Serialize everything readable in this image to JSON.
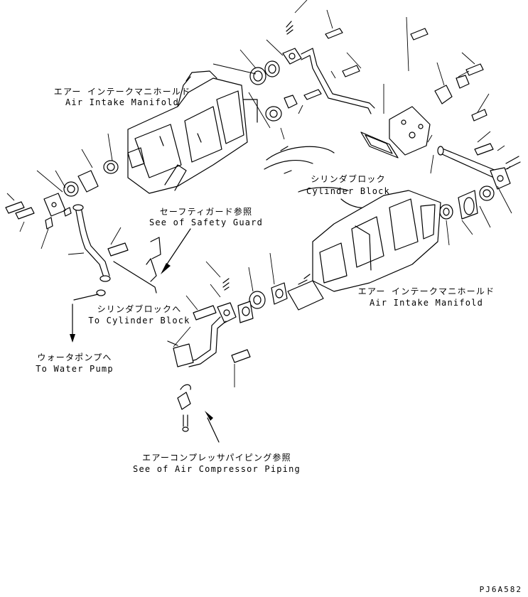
{
  "labels": {
    "manifold_top_jp": "エアー インテークマニホールド",
    "manifold_top_en": "Air Intake Manifold",
    "cylinder_block_jp": "シリンダブロック",
    "cylinder_block_en": "Cylinder Block",
    "safety_guard_jp": "セーフティガード参照",
    "safety_guard_en": "See of Safety Guard",
    "manifold_right_jp": "エアー インテークマニホールド",
    "manifold_right_en": "Air Intake Manifold",
    "to_cylinder_block_jp": "シリンダブロックへ",
    "to_cylinder_block_en": "To Cylinder Block",
    "water_pump_jp": "ウォータポンプへ",
    "water_pump_en": "To Water Pump",
    "compressor_jp": "エアーコンプレッサパイピング参照",
    "compressor_en": "See of Air Compressor Piping"
  },
  "drawing_code": "PJ6A582"
}
